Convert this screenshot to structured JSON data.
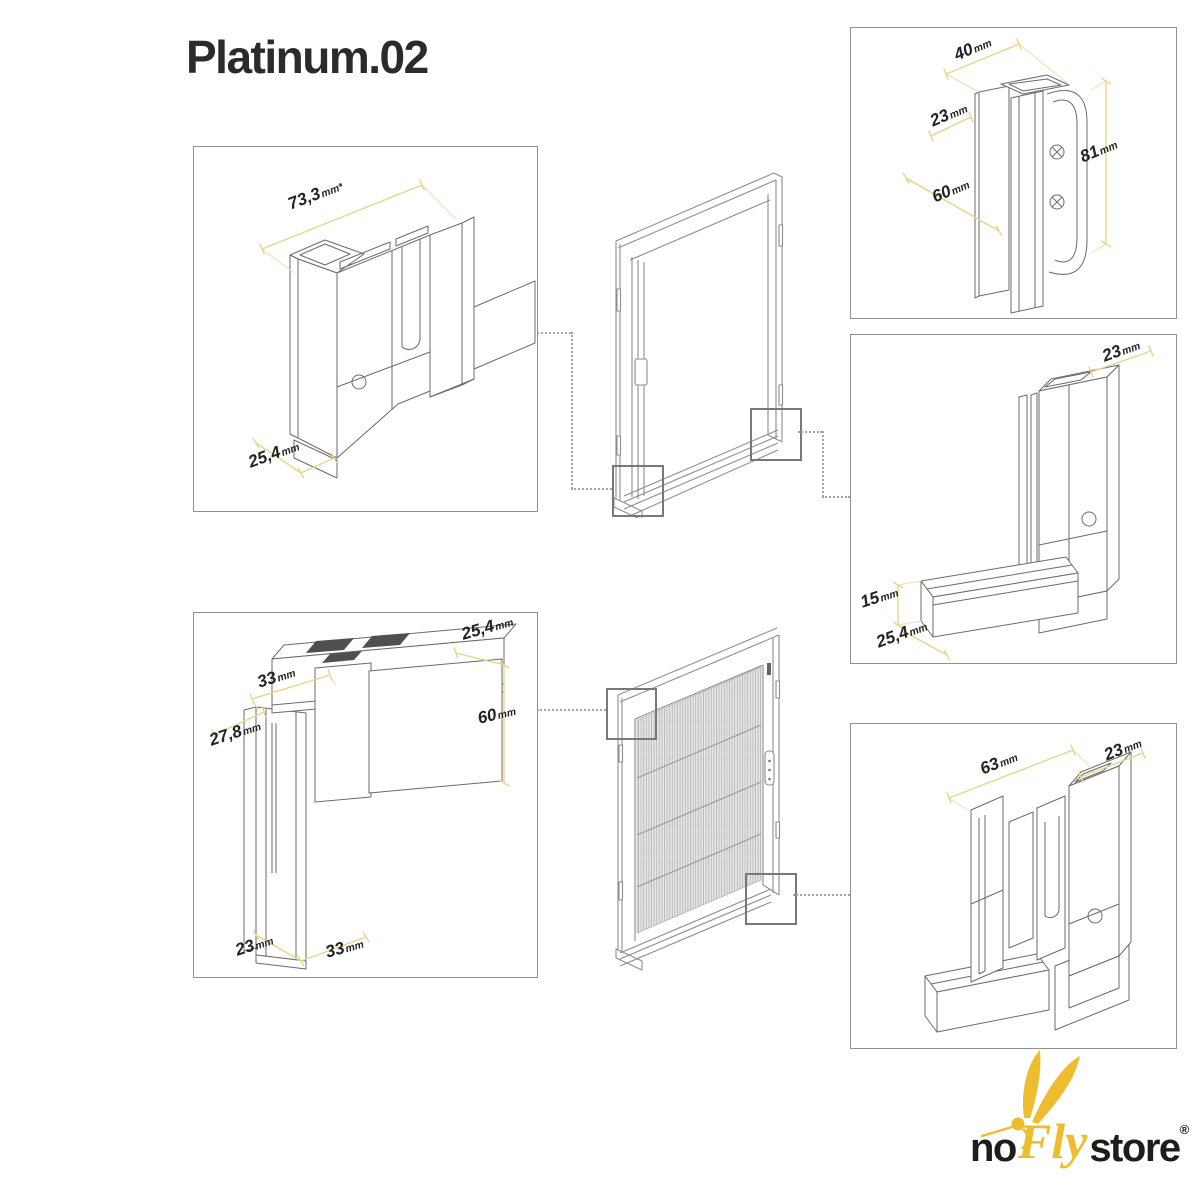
{
  "title": "Platinum.02",
  "colors": {
    "dimension_lines": "#e9d48c",
    "label_text": "#232323",
    "box_border": "#909090",
    "sketch_lines": "#6b6b6b",
    "door_lines": "#8e8e8e",
    "connector_dots": "#a5a5a5",
    "brand_yellow": "#eebd2f",
    "brand_black": "#1d1d1b"
  },
  "boxes": {
    "top_left": {
      "dims": [
        {
          "v": "73,3",
          "u": "mm*"
        },
        {
          "v": "25,4",
          "u": "mm"
        }
      ]
    },
    "bottom_left": {
      "dims": [
        {
          "v": "25,4",
          "u": "mm"
        },
        {
          "v": "33",
          "u": "mm"
        },
        {
          "v": "60",
          "u": "mm"
        },
        {
          "v": "27,8",
          "u": "mm"
        },
        {
          "v": "23",
          "u": "mm"
        },
        {
          "v": "33",
          "u": "mm"
        }
      ]
    },
    "top_right": {
      "dims": [
        {
          "v": "40",
          "u": "mm"
        },
        {
          "v": "23",
          "u": "mm"
        },
        {
          "v": "81",
          "u": "mm"
        },
        {
          "v": "60",
          "u": "mm"
        }
      ]
    },
    "middle_right": {
      "dims": [
        {
          "v": "23",
          "u": "mm"
        },
        {
          "v": "15",
          "u": "mm"
        },
        {
          "v": "25,4",
          "u": "mm"
        }
      ]
    },
    "bottom_right": {
      "dims": [
        {
          "v": "63",
          "u": "mm"
        },
        {
          "v": "23",
          "u": "mm"
        }
      ]
    }
  },
  "logo": {
    "part1": "no",
    "part2": "Fly",
    "part3": "store",
    "registered": "®"
  }
}
